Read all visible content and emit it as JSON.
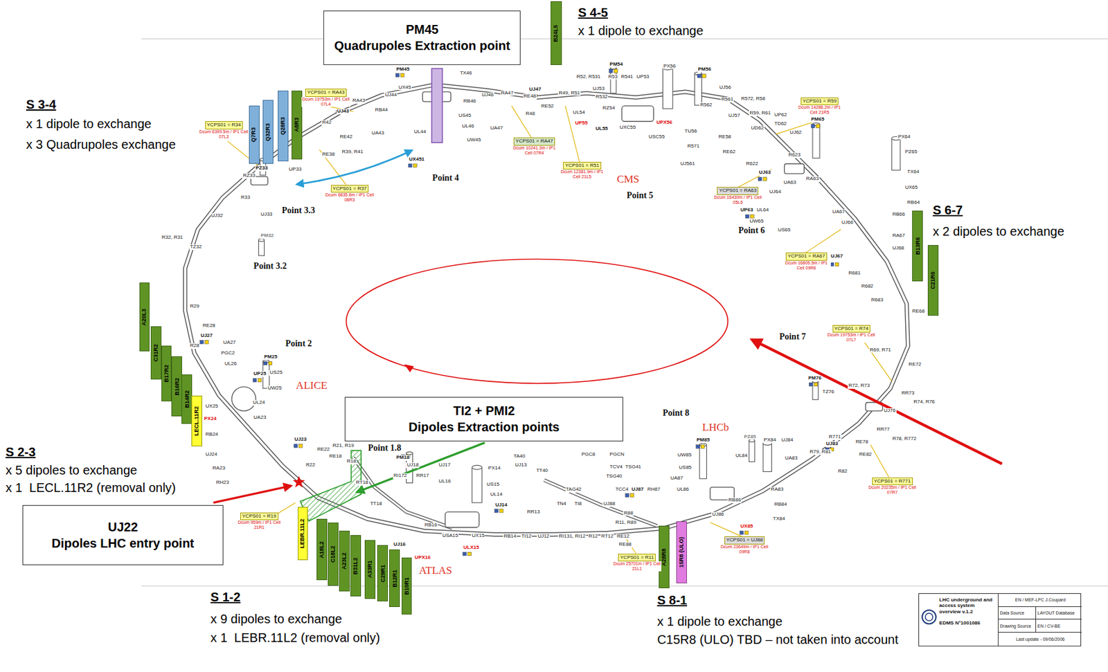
{
  "diagram": {
    "nodes": [
      {
        "text": [
          "PM45",
          "Quadrupoles Extraction point"
        ]
      },
      {
        "text": [
          "TI2 + PMI2",
          "Dipoles Extraction points"
        ]
      },
      {
        "text": [
          "UJ22",
          "Dipoles LHC entry point"
        ]
      },
      {
        "text": [
          "B24L5"
        ]
      },
      {
        "text": [
          "Q7R3"
        ]
      },
      {
        "text": [
          "Q32R3"
        ]
      },
      {
        "text": [
          "Q28R3"
        ]
      },
      {
        "text": [
          "A8R3"
        ]
      },
      {
        "text": [
          "B13R6"
        ]
      },
      {
        "text": [
          "C21R6"
        ]
      },
      {
        "text": [
          "A20L3"
        ]
      },
      {
        "text": [
          "C31R2"
        ]
      },
      {
        "text": [
          "B17R2"
        ]
      },
      {
        "text": [
          "B16R2"
        ]
      },
      {
        "text": [
          "B14R2"
        ]
      },
      {
        "text": [
          "LECL.11R2"
        ]
      },
      {
        "text": [
          "LEBR.11L2"
        ]
      },
      {
        "text": [
          "A18L2"
        ]
      },
      {
        "text": [
          "C18L2"
        ]
      },
      {
        "text": [
          "A23L2"
        ]
      },
      {
        "text": [
          "B31L2"
        ]
      },
      {
        "text": [
          "A33R1"
        ]
      },
      {
        "text": [
          "C29R1"
        ]
      },
      {
        "text": [
          "B12R1"
        ]
      },
      {
        "text": [
          "B10R1"
        ]
      },
      {
        "text": [
          "A28R8"
        ]
      },
      {
        "text": [
          "15R8 (ULO)"
        ]
      },
      {
        "text": [
          "YCPS01 = R34",
          "Dcum 6399.5m / IP1 Cell 07L3"
        ]
      },
      {
        "text": [
          "YCPS01 = RA43",
          "Dcum 19753m / IP1 Cell 07L4"
        ]
      },
      {
        "text": [
          "YCPS01 = R37",
          "Dcum 6835.6m / IP1 Cell 08R3"
        ]
      },
      {
        "text": [
          "YCPS01 = RA47",
          "Dcum 10241.3m / IP1 Cell 07R4"
        ]
      },
      {
        "text": [
          "YCPS01 = R51",
          "Dcum 12381.9m / IP1 Cell 21L5"
        ]
      },
      {
        "text": [
          "YCPS01 = R59",
          "Dcum 14288.2m / IP1 Cell 21R5"
        ]
      },
      {
        "text": [
          "YCPS01 = RA63",
          "Dcum 16430m / IP1 Cell 05L6"
        ]
      },
      {
        "text": [
          "YCPS01 = RA67",
          "Dcum 16805.5m / IP1 Cell 09R6"
        ]
      },
      {
        "text": [
          "YCPS01 = R74",
          "Dcum 19753m / IP1 Cell 07L7"
        ]
      },
      {
        "text": [
          "YCPS01 = R771",
          "Dcum 20235m / IP1 Cell 07R7"
        ]
      },
      {
        "text": [
          "YCPS01 = UJ88",
          "Dcum 23649m / IP1 Cell 09R8"
        ]
      },
      {
        "text": [
          "YCPS01 = R11",
          "Dcum 25701m / IP1 Cell 21L1"
        ]
      },
      {
        "text": [
          "YCPS01 = R19",
          "Dcum 959m / IP1 Cell 21R1"
        ]
      },
      {
        "text": [
          "LHC underground and access system overview v.1.2",
          "EDMS N°1001086",
          "EN / MEF-LPC J.Coupard",
          "Data Source",
          "LAYOUT Database",
          "Drawing Source",
          "EN / CV-BE",
          "Last update - 09/06/2006"
        ]
      }
    ],
    "labels": [
      "S 4-5",
      "x 1 dipole to exchange",
      "S 3-4",
      "x 1 dipole to exchange",
      "x 3 Quadrupoles exchange",
      "S 6-7",
      "x 2 dipoles to exchange",
      "S 2-3",
      "x 5 dipoles to exchange",
      "x 1  LECL.11R2 (removal only)",
      "S 1-2",
      "x 9 dipoles to exchange",
      "x 1  LEBR.11L2 (removal only)",
      "S 8-1",
      "x 1 dipole to exchange",
      "C15R8 (ULO) TBD – not taken into account",
      "Point 4",
      "Point 5",
      "Point 6",
      "Point 7",
      "Point 8",
      "Point 2",
      "Point 3.2",
      "Point 3.3",
      "Point 1.8",
      "CMS",
      "ALICE",
      "ATLAS",
      "LHCb",
      "PM45",
      "TX46",
      "UX45",
      "UJ44",
      "RB44",
      "RA43",
      "UJ43",
      "R42",
      "RE42",
      "UA43",
      "UL44",
      "UX451",
      "RE38",
      "R39, R41",
      "PZ33",
      "RZ33",
      "UP33",
      "R33",
      "UJ32",
      "UJ33",
      "PM32",
      "R32, R31",
      "TZ32",
      "R29",
      "RE28",
      "UJ27",
      "R28",
      "UA27",
      "PGC2",
      "UL26",
      "PM25",
      "UP25",
      "US25",
      "UW25",
      "UX25",
      "PX24",
      "RB24",
      "UL24",
      "UA23",
      "UJ24",
      "UJ23",
      "RA23",
      "RH23",
      "R22",
      "RE22",
      "R21, R19",
      "RE18",
      "R18",
      "RT18",
      "PM18",
      "UJ18",
      "RI172",
      "RR17",
      "UJ17",
      "UL16",
      "TT18",
      "RB16",
      "UJ16",
      "UPX16",
      "USA15",
      "UX15",
      "ULX15",
      "PX14",
      "US15",
      "UL14",
      "UJ14",
      "RB14",
      "TI12",
      "UJ12",
      "RI131, RI12",
      "R12",
      "RT12",
      "RE12",
      "UJ13",
      "RR13",
      "TA40",
      "TT40",
      "TAG42",
      "TN4",
      "TI8",
      "PGC8",
      "PGCN",
      "TCV4",
      "TSG41",
      "TSG40",
      "TCC4",
      "UJ88",
      "UJ87",
      "RH87",
      "UA87",
      "US85",
      "UW85",
      "PM85",
      "UL86",
      "R88",
      "R11, R89",
      "RE88",
      "PZ85",
      "PX84",
      "UJ84",
      "UL84",
      "UA83",
      "UJ83",
      "RA83",
      "RB84",
      "TX84",
      "UX85",
      "RB86",
      "UJ86",
      "R79, R81",
      "R771",
      "RE78",
      "RR77",
      "R78, R772",
      "RE82",
      "R82",
      "UJ76",
      "TZ76",
      "PM76",
      "R72, R73",
      "RR73",
      "R74, R76",
      "RE72",
      "R69, R71",
      "RE68",
      "R683",
      "R682",
      "R681",
      "UJ67",
      "UJ68",
      "RA67",
      "UJ66",
      "UA67",
      "RB66",
      "RB64",
      "UX65",
      "TX64",
      "PZ65",
      "PX64",
      "PM65",
      "UJ62",
      "TD62",
      "UP62",
      "R59, R61",
      "UD62",
      "R623",
      "RA63",
      "UA63",
      "UJ63",
      "UJ64",
      "UL64",
      "UP63",
      "UW65",
      "US65",
      "R622",
      "RE62",
      "RE58",
      "R571",
      "TU56",
      "UJ561",
      "USC55",
      "UXC55",
      "UL55",
      "UP55",
      "UPX56",
      "UL54",
      "RZ54",
      "R532",
      "UJ53",
      "R52, R531",
      "R53",
      "R541",
      "UP53",
      "PM54",
      "PX56",
      "PM56",
      "UJ56",
      "R561",
      "R562",
      "R572, R58",
      "UJ57",
      "RE52",
      "R49, R51",
      "RE48",
      "R48",
      "UJ47",
      "RA47",
      "UJ46",
      "RB46",
      "UL46",
      "US45",
      "UA47",
      "UW45"
    ]
  }
}
